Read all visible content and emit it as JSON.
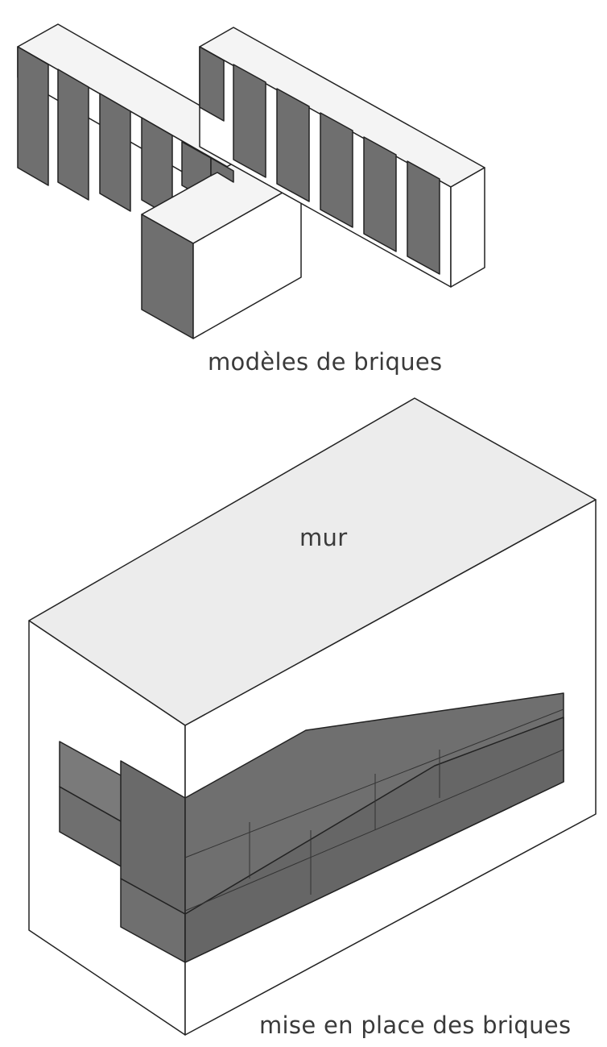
{
  "captions": {
    "brick_models": "modèles de briques",
    "wall": "mur",
    "placement": "mise en place des briques"
  },
  "colors": {
    "brick_face": "#6f6f6f",
    "brick_top": "#9a9a9a",
    "outline": "#222222",
    "wall_top": "#ececec",
    "wall_side": "#ffffff"
  }
}
